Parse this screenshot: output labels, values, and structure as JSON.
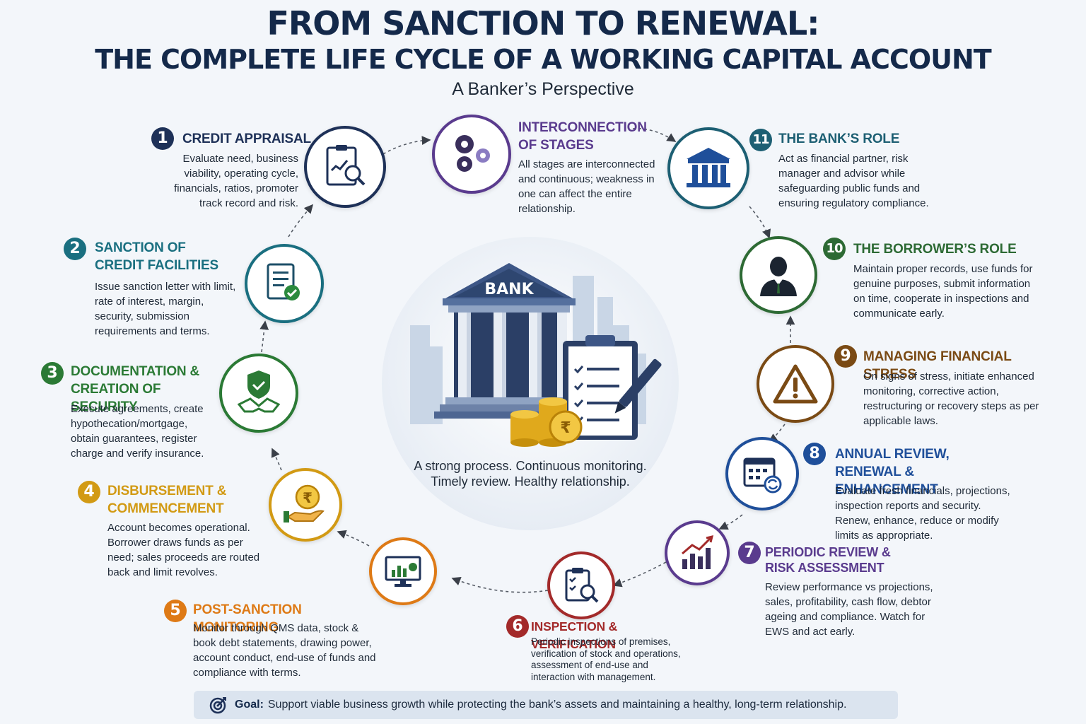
{
  "title_line1": "FROM SANCTION TO RENEWAL:",
  "title_line2": "THE COMPLETE LIFE CYCLE OF A WORKING CAPITAL ACCOUNT",
  "subtitle": "A Banker’s Perspective",
  "center": {
    "bank_sign": "BANK",
    "rupee_symbol": "₹",
    "tagline": "A strong process. Continuous monitoring. Timely review. Healthy relationship."
  },
  "interconnection": {
    "title": "INTERCONNECTION OF STAGES",
    "text": "All stages are interconnected and continuous; weakness in one can affect the entire relationship."
  },
  "stages": [
    {
      "num": "1",
      "title": "CREDIT APPRAISAL",
      "text": "Evaluate need, business viability, operating cycle, financials, ratios, promoter track record and risk."
    },
    {
      "num": "2",
      "title": "SANCTION OF CREDIT FACILITIES",
      "text": "Issue sanction letter with limit, rate of interest, margin, security, submission requirements and terms."
    },
    {
      "num": "3",
      "title": "DOCUMENTATION & CREATION OF SECURITY",
      "text": "Execute agreements, create hypothecation/mortgage, obtain guarantees, register charge and verify insurance."
    },
    {
      "num": "4",
      "title": "DISBURSEMENT & COMMENCEMENT",
      "text": "Account becomes operational. Borrower draws funds as per need; sales proceeds are routed back and limit revolves."
    },
    {
      "num": "5",
      "title": "POST-SANCTION MONITORING",
      "text": "Monitor through QMS data, stock & book debt statements, drawing power, account conduct, end-use of funds and compliance with terms."
    },
    {
      "num": "6",
      "title": "INSPECTION & VERIFICATION",
      "text": "Periodic inspections of premises, verification of stock and operations, assessment of end-use and interaction with management."
    },
    {
      "num": "7",
      "title": "PERIODIC REVIEW & RISK ASSESSMENT",
      "text": "Review performance vs projections, sales, profitability, cash flow, debtor ageing and compliance. Watch for EWS and act early."
    },
    {
      "num": "8",
      "title": "ANNUAL REVIEW, RENEWAL & ENHANCEMENT",
      "text": "Evaluate fresh financials, projections, inspection reports and security. Renew, enhance, reduce or modify limits as appropriate."
    },
    {
      "num": "9",
      "title": "MANAGING FINANCIAL STRESS",
      "text": "On signs of stress, initiate enhanced monitoring, corrective action, restructuring or recovery steps as per applicable laws."
    },
    {
      "num": "10",
      "title": "THE BORROWER’S ROLE",
      "text": "Maintain proper records, use funds for genuine purposes, submit information on time, cooperate in inspections and communicate early."
    },
    {
      "num": "11",
      "title": "THE BANK’S ROLE",
      "text": "Act as financial partner, risk manager and advisor while safeguarding public funds and ensuring regulatory compliance."
    }
  ],
  "goal": {
    "label": "Goal:",
    "text": "Support viable business growth while protecting the bank’s assets and maintaining a healthy, long-term relationship."
  },
  "colors": {
    "navy": "#1e3158",
    "teal": "#1a6f80",
    "green": "#2b7a35",
    "gold": "#d29a14",
    "orange": "#de7a16",
    "crimson": "#a32a2a",
    "purple": "#5a3b8e",
    "blue": "#1f4f9a",
    "brown": "#7a4a14",
    "darkgreen": "#2d6a34",
    "slateteal": "#1d5f73"
  }
}
